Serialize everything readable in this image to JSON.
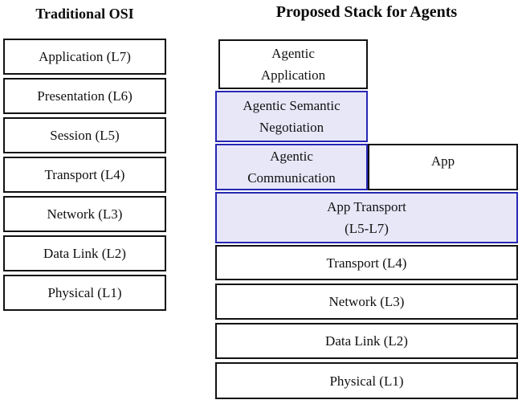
{
  "diagram": {
    "left": {
      "title": "Traditional OSI",
      "layers": [
        "Application (L7)",
        "Presentation (L6)",
        "Session (L5)",
        "Transport (L4)",
        "Network (L3)",
        "Data Link (L2)",
        "Physical (L1)"
      ]
    },
    "right": {
      "title": "Proposed Stack for Agents",
      "agentic_application": {
        "line1": "Agentic",
        "line2": "Application"
      },
      "agentic_semantic_negotiation": {
        "line1": "Agentic Semantic",
        "line2": "Negotiation"
      },
      "agentic_communication": {
        "line1": "Agentic",
        "line2": "Communication"
      },
      "app": "App",
      "app_transport": {
        "line1": "App Transport",
        "line2": "(L5-L7)"
      },
      "transport": "Transport (L4)",
      "network": "Network (L3)",
      "data_link": "Data Link (L2)",
      "physical": "Physical (L1)"
    },
    "colors": {
      "agentic_fill": "#e7e7f8",
      "agentic_border": "#2727b3",
      "standard_fill": "#ffffff",
      "standard_border": "#111111",
      "text": "#111111"
    }
  }
}
